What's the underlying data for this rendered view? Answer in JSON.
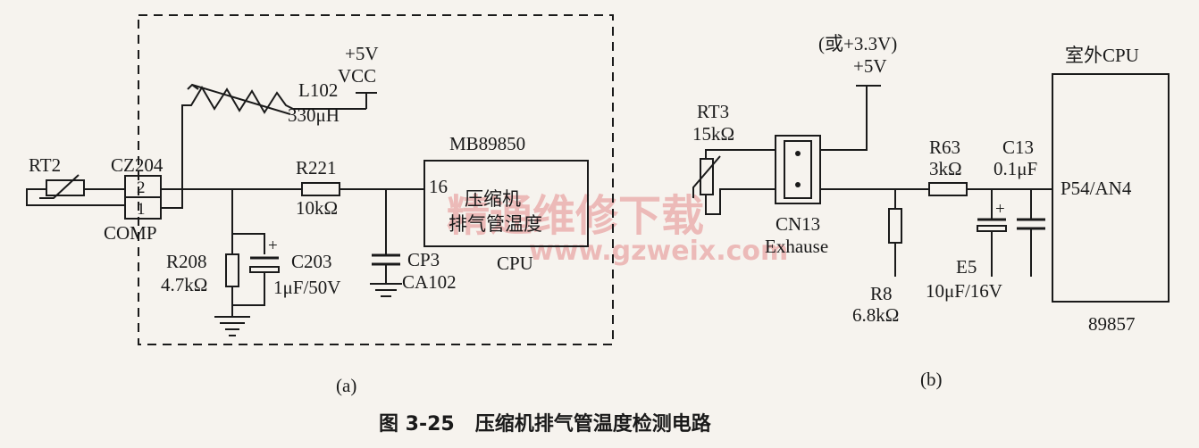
{
  "figure_caption": "图 3-25   压缩机排气管温度检测电路",
  "watermark": {
    "text_cn": "精通维修下载",
    "text_url": "www.gzweix.com"
  },
  "circuit_a": {
    "sublabel": "(a)",
    "rt2": "RT2",
    "connector": "CZ204",
    "connector_pin_top": "2",
    "connector_pin_bottom": "1",
    "connector_name": "COMP",
    "vcc_voltage": "+5V",
    "vcc_label": "VCC",
    "inductor_name": "L102",
    "inductor_value": "330μH",
    "r221_name": "R221",
    "r221_value": "10kΩ",
    "r208_name": "R208",
    "r208_value": "4.7kΩ",
    "c203_name": "C203",
    "c203_value": "1μF/50V",
    "cp3_name": "CP3",
    "cp3_value": "CA102",
    "polarity_mark": "+",
    "chip_name": "MB89850",
    "chip_pin": "16",
    "chip_function_line1": "压缩机",
    "chip_function_line2": "排气管温度",
    "chip_label": "CPU"
  },
  "circuit_b": {
    "sublabel": "(b)",
    "alt_voltage": "(或+3.3V)",
    "voltage": "+5V",
    "rt3_name": "RT3",
    "rt3_value": "15kΩ",
    "connector_name": "CN13",
    "connector_function": "Exhause",
    "r63_name": "R63",
    "r63_value": "3kΩ",
    "c13_name": "C13",
    "c13_value": "0.1μF",
    "r8_name": "R8",
    "r8_value": "6.8kΩ",
    "e5_name": "E5",
    "e5_value": "10μF/16V",
    "polarity_mark": "+",
    "cpu_title": "室外CPU",
    "cpu_pin": "P54/AN4",
    "cpu_model": "89857"
  }
}
